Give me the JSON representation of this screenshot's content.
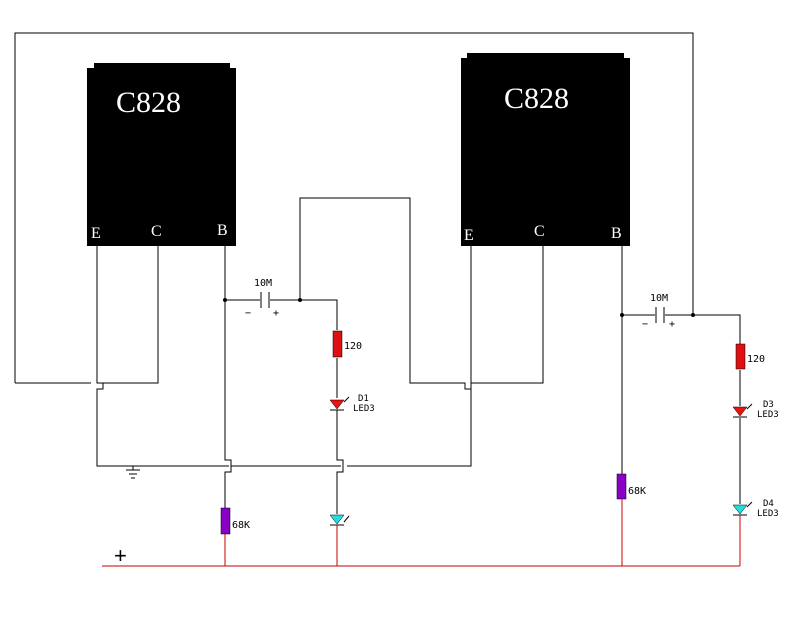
{
  "transistors": [
    {
      "name": "C828",
      "pins": {
        "e": "E",
        "c": "C",
        "b": "B"
      }
    },
    {
      "name": "C828",
      "pins": {
        "e": "E",
        "c": "C",
        "b": "B"
      }
    }
  ],
  "capacitors": [
    {
      "value": "10M",
      "neg": "−",
      "pos": "+"
    },
    {
      "value": "10M",
      "neg": "−",
      "pos": "+"
    }
  ],
  "resistors": [
    {
      "value": "120",
      "color": "#dd1111"
    },
    {
      "value": "120",
      "color": "#dd1111"
    },
    {
      "value": "68K",
      "color": "#8a00c8"
    },
    {
      "value": "68K",
      "color": "#8a00c8"
    }
  ],
  "leds": [
    {
      "ref": "D1",
      "type": "LED3",
      "color": "#ee1111"
    },
    {
      "ref": "D3",
      "type": "LED3",
      "color": "#ee1111"
    },
    {
      "ref": "D4",
      "type": "LED3",
      "color": "#22dddd"
    },
    {
      "ref": "",
      "type": "",
      "color": "#22dddd"
    }
  ],
  "rail": {
    "symbol": "+",
    "color": "#cc0000"
  }
}
